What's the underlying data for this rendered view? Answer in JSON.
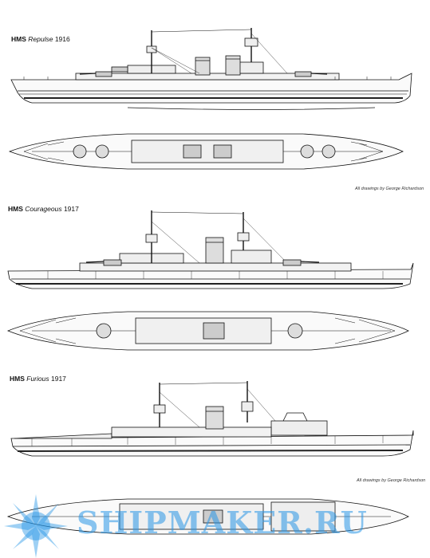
{
  "ships": [
    {
      "prefix": "HMS",
      "name": "Repulse",
      "year": "1916",
      "credit": "All drawings by George Richardson"
    },
    {
      "prefix": "HMS",
      "name": "Courageous",
      "year": "1917",
      "credit": ""
    },
    {
      "prefix": "HMS",
      "name": "Furious",
      "year": "1917",
      "credit": "All drawings by George Richardson"
    }
  ],
  "watermark": {
    "text": "SHIPMAKER.RU",
    "color": "#2e8fe0"
  }
}
